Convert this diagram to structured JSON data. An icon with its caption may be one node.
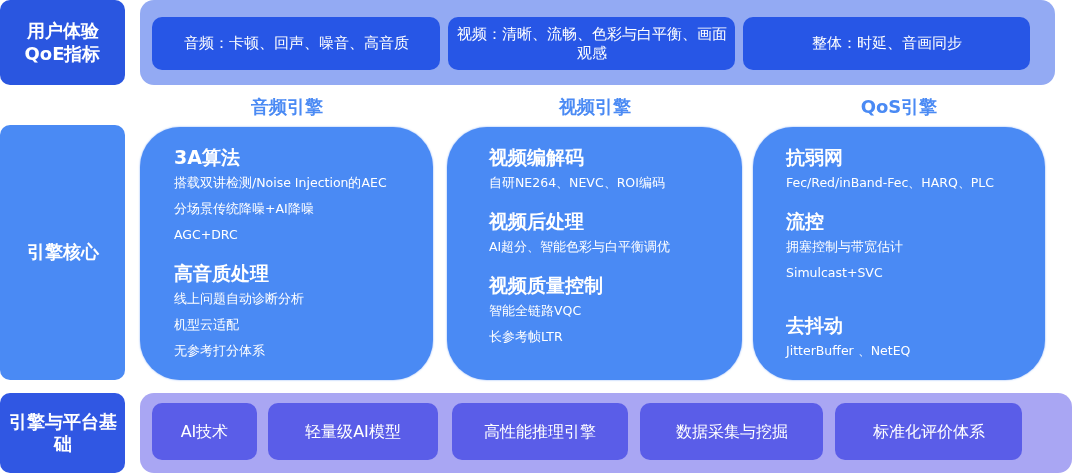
{
  "diagram": {
    "nodes": [
      {
        "text": [
          "用户体验QoE指标"
        ]
      },
      {
        "text": [],
        "shape": "bar"
      },
      {
        "text": [
          "音频：卡顿、回声、噪音、高音质"
        ],
        "in": 1
      },
      {
        "text": [
          "视频：清晰、流畅、色彩与白平衡、画面观感"
        ],
        "in": 1
      },
      {
        "text": [
          "整体：时延、音画同步"
        ],
        "in": 1
      },
      {
        "text": [
          "引擎核心"
        ]
      },
      {
        "text": [
          "音频引擎",
          "3A算法",
          "搭载双讲检测/Noise Injection的AEC",
          "分场景传统降噪+AI降噪",
          "AGC+DRC",
          "高音质处理",
          "线上问题自动诊断分析",
          "机型云适配",
          "无参考打分体系"
        ]
      },
      {
        "text": [
          "视频引擎",
          "视频编解码",
          "自研NE264、NEVC、ROI编码",
          "视频后处理",
          "AI超分、智能色彩与白平衡调优",
          "视频质量控制",
          "智能全链路VQC",
          "长参考帧LTR"
        ]
      },
      {
        "text": [
          "QoS引擎",
          "抗弱网",
          "Fec/Red/inBand-Fec、HARQ、PLC",
          "流控",
          "拥塞控制与带宽估计",
          "Simulcast+SVC",
          "去抖动",
          "JitterBuffer 、NetEQ"
        ]
      },
      {
        "text": [
          "引擎与平台基础"
        ]
      },
      {
        "text": [],
        "shape": "bar"
      },
      {
        "text": [
          "AI技术"
        ],
        "in": 10
      },
      {
        "text": [
          "轻量级AI模型"
        ],
        "in": 10
      },
      {
        "text": [
          "高性能推理引擎"
        ],
        "in": 10
      },
      {
        "text": [
          "数据采集与挖掘"
        ],
        "in": 10
      },
      {
        "text": [
          "标准化评价体系"
        ],
        "in": 10
      }
    ],
    "edges": []
  }
}
